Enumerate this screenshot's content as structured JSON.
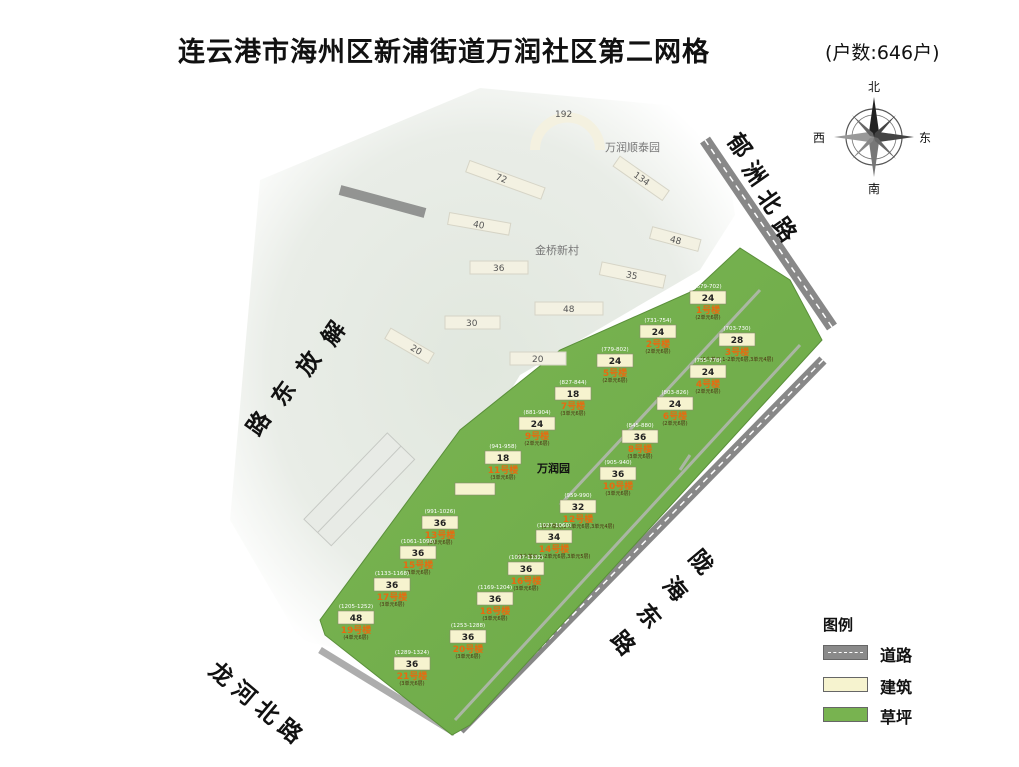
{
  "header": {
    "title": "连云港市海州区新浦街道万润社区第二网格",
    "households": "(户数:646户)"
  },
  "compass": {
    "north": "北",
    "south": "南",
    "east": "东",
    "west": "西"
  },
  "roads": {
    "jiefang_east": "解放东路",
    "yuzhou_north": "郁洲北路",
    "longhai_east": "陇海东路",
    "longhe_north": "龙河北路"
  },
  "areas": {
    "wanrun_yuan": "万润园",
    "jinqiao_xincun": "金桥新村",
    "wanrun_shuntai": "万润顺泰园"
  },
  "colors": {
    "grass": "#78b350",
    "grass_dark": "#5f9a3c",
    "building": "#f6f3cf",
    "road": "#8a8a8a",
    "faded_bg": "#e6ebe4",
    "label_orange": "#e86a10"
  },
  "neighbor_buildings": [
    {
      "num": "192"
    },
    {
      "num": "72"
    },
    {
      "num": "134"
    },
    {
      "num": "40"
    },
    {
      "num": "48"
    },
    {
      "num": "36"
    },
    {
      "num": "35"
    },
    {
      "num": "48"
    },
    {
      "num": "30"
    },
    {
      "num": "20"
    },
    {
      "num": "20"
    }
  ],
  "buildings": [
    {
      "num": "24",
      "name": "1号楼",
      "units": "(2单元6层)",
      "range": "(679-702)"
    },
    {
      "num": "24",
      "name": "2号楼",
      "units": "(2单元6层)",
      "range": "(731-754)"
    },
    {
      "num": "28",
      "name": "3号楼",
      "units": "(3个单元,1-2单元6层,3单元4层)",
      "range": "(703-730)"
    },
    {
      "num": "24",
      "name": "4号楼",
      "units": "(2单元6层)",
      "range": "(755-778)"
    },
    {
      "num": "24",
      "name": "5号楼",
      "units": "(2单元6层)",
      "range": "(779-802)"
    },
    {
      "num": "24",
      "name": "6号楼",
      "units": "(2单元6层)",
      "range": "(803-826)"
    },
    {
      "num": "18",
      "name": "7号楼",
      "units": "(3单元6层)",
      "range": "(827-844)"
    },
    {
      "num": "36",
      "name": "8号楼",
      "units": "(3单元6层)",
      "range": "(845-880)"
    },
    {
      "num": "24",
      "name": "9号楼",
      "units": "(2单元6层)",
      "range": "(881-904)"
    },
    {
      "num": "36",
      "name": "10号楼",
      "units": "(3单元6层)",
      "range": "(905-940)"
    },
    {
      "num": "18",
      "name": "11号楼",
      "units": "(3单元6层)",
      "range": "(941-958)"
    },
    {
      "num": "32",
      "name": "12号楼",
      "units": "(3个单元,1-2单元6层,3单元4层)",
      "range": "(959-990)"
    },
    {
      "num": "36",
      "name": "13号楼",
      "units": "(3单元6层)",
      "range": "(991-1026)"
    },
    {
      "num": "34",
      "name": "14号楼",
      "units": "(3个单元,1-2单元6层,3单元5层)",
      "range": "(1027-1060)"
    },
    {
      "num": "36",
      "name": "15号楼",
      "units": "(3单元6层)",
      "range": "(1061-1096)"
    },
    {
      "num": "36",
      "name": "16号楼",
      "units": "(3单元6层)",
      "range": "(1097-1132)"
    },
    {
      "num": "36",
      "name": "17号楼",
      "units": "(3单元6层)",
      "range": "(1133-1168)"
    },
    {
      "num": "36",
      "name": "18号楼",
      "units": "(3单元6层)",
      "range": "(1169-1204)"
    },
    {
      "num": "48",
      "name": "19号楼",
      "units": "(4单元6层)",
      "range": "(1205-1252)"
    },
    {
      "num": "36",
      "name": "20号楼",
      "units": "(3单元6层)",
      "range": "(1253-1288)"
    },
    {
      "num": "36",
      "name": "21号楼",
      "units": "(3单元6层)",
      "range": "(1289-1324)"
    }
  ],
  "legend": {
    "title": "图例",
    "items": [
      {
        "label": "道路",
        "type": "road"
      },
      {
        "label": "建筑",
        "type": "building"
      },
      {
        "label": "草坪",
        "type": "grass"
      }
    ]
  }
}
